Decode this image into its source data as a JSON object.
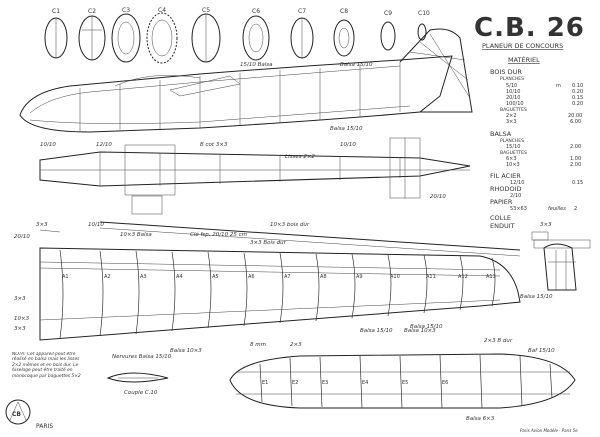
{
  "title": "C.B. 26",
  "subtitle": "PLANEUR DE CONCOURS",
  "sections": [
    "C1",
    "C2",
    "C3",
    "C4",
    "C5",
    "C6",
    "C7",
    "C8",
    "C9",
    "C10"
  ],
  "materials": {
    "heading": "MATÉRIEL",
    "bois_dur": {
      "label": "BOIS DUR",
      "sub1": "PLANCHES",
      "items": [
        {
          "size": "5/10",
          "unit": "m",
          "qty": "0.10"
        },
        {
          "size": "10/10",
          "unit": "",
          "qty": "0.20"
        },
        {
          "size": "20/10",
          "unit": "",
          "qty": "0.15"
        },
        {
          "size": "100/10",
          "unit": "",
          "qty": "0.20"
        }
      ],
      "sub2": "BAGUETTES",
      "items2": [
        {
          "size": "2×2",
          "qty": "20.00"
        },
        {
          "size": "3×3",
          "qty": "6.00"
        }
      ]
    },
    "balsa": {
      "label": "BALSA",
      "sub1": "PLANCHES",
      "items": [
        {
          "size": "15/10",
          "qty": "2.00"
        }
      ],
      "sub2": "BAGUETTES",
      "items2": [
        {
          "size": "6×3",
          "qty": "1.00"
        },
        {
          "size": "10×3",
          "qty": "2.00"
        }
      ]
    },
    "fil_acier": {
      "label": "FIL ACIER",
      "size": "12/10",
      "qty": "0.15"
    },
    "rhodoid": {
      "label": "RHODOID",
      "size": "2/10"
    },
    "papier": {
      "label": "PAPIER",
      "size": "53×63",
      "qty_label": "feuilles",
      "qty": "2"
    },
    "colle": "COLLE",
    "enduit": "ENDUIT"
  },
  "wing_ribs": [
    "A1",
    "A2",
    "A3",
    "A4",
    "A5",
    "A6",
    "A7",
    "A8",
    "A9",
    "A10",
    "A11",
    "A12",
    "A13"
  ],
  "tail_ribs": [
    "E1",
    "E2",
    "E3",
    "E4",
    "E5",
    "E6"
  ],
  "annotations": {
    "balsa_15_10_top": "15/10 Balsa",
    "balsa_15_10_c9": "Balsa 15/10",
    "lisses": "Lisses 2×2",
    "balsa_fus": "Balsa 15/10",
    "d10_10": "10/10",
    "d12_10": "12/10",
    "b8cot": "B cot 3×3",
    "d10_10_b": "10/10",
    "d20_10": "20/10",
    "d3x3": "3×3",
    "cle_fsp": "Clé fsp. 20/10 25 cm",
    "s10x3_bois": "10×3 bois dur",
    "d10_10_c": "10/10",
    "s10x3_balsa": "10×3 Balsa",
    "s3x3_bois": "3×3 Bois dur",
    "d20_10_w": "20/10",
    "d3x3_w": "3×3",
    "d10x3_w": "10×3",
    "d3x3_w2": "3×3",
    "balsa_10x3": "Balsa 10×3",
    "nervures": "Nervures Balsa 15/10",
    "balsa_15_10_r": "Balsa 15/10",
    "balsa_15_10_w": "Balsa 15/10",
    "balsa_10x3_w": "Balsa 10×3",
    "d3x3_r": "3×3",
    "balsa_15_10_e": "Balsa 15/10",
    "d2x3": "2×3",
    "d8mm": "8 mm",
    "d3x3_tail": "2×3 B dur",
    "balsa_6x3": "Balsa 6×3",
    "balsa_15_10_tail": "Baf 15/10",
    "couple": "Couple C.10",
    "note": "NOTA: Cet appareil peut être réalisé en balsa mais les lisses 2×2 mêmes et en bois dur. Le fuselage peut être traité en monocoque par baguettes 5×2",
    "paris": "PARIS",
    "imprint": "Paris Avion Modèle · Paris 5e"
  },
  "logo_text": "CB"
}
